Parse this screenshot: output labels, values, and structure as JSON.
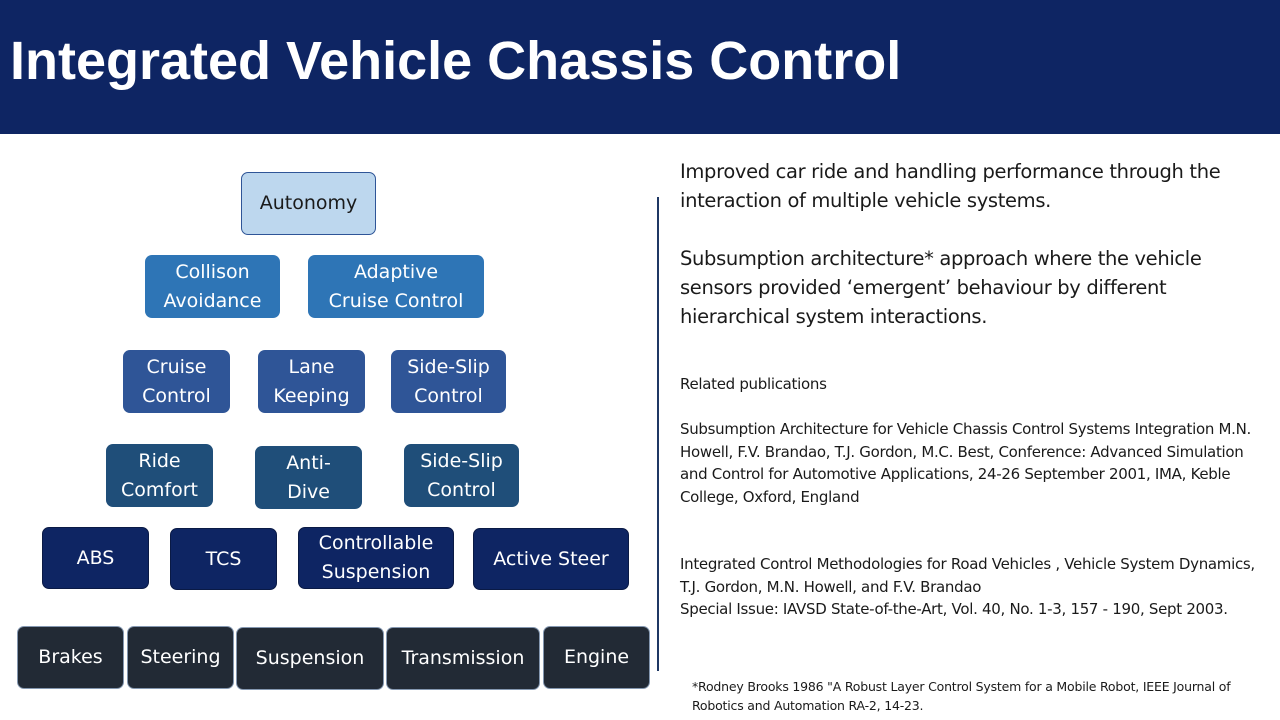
{
  "title": "Integrated Vehicle Chassis Control",
  "hierarchy": {
    "level0": [
      "Autonomy"
    ],
    "level1": [
      "Collison\nAvoidance",
      "Adaptive\nCruise Control"
    ],
    "level2": [
      "Cruise\nControl",
      "Lane\nKeeping",
      "Side-Slip\nControl"
    ],
    "level3": [
      "Ride\nComfort",
      "Anti-\nDive",
      "Side-Slip\nControl"
    ],
    "level4": [
      "ABS",
      "TCS",
      "Controllable\nSuspension",
      "Active Steer"
    ],
    "level5": [
      "Brakes",
      "Steering",
      "Suspension",
      "Transmission",
      "Engine"
    ]
  },
  "text": {
    "paragraph1": "Improved car ride and handling performance through the interaction of multiple vehicle systems.",
    "paragraph2": "Subsumption architecture* approach where the vehicle sensors provided ‘emergent’ behaviour by different hierarchical system interactions.",
    "related_heading": "Related publications",
    "publication1": "Subsumption Architecture for Vehicle Chassis Control Systems Integration M.N. Howell, F.V. Brandao, T.J. Gordon, M.C. Best,  Conference: Advanced Simulation and Control for Automotive Applications, 24-26 September 2001, IMA, Keble College, Oxford, England",
    "publication2_line1": "Integrated Control Methodologies for Road Vehicles , Vehicle System Dynamics,  T.J. Gordon, M.N. Howell, and F.V. Brandao",
    "publication2_line2": "Special Issue: IAVSD State-of-the-Art, Vol. 40, No. 1-3, 157 - 190, Sept 2003.",
    "footnote": "*Rodney Brooks 1986 \"A Robust Layer Control System for a Mobile Robot, IEEE Journal of Robotics and Automation  RA-2, 14-23."
  },
  "colors": {
    "title_bar": "#0e2563",
    "level0": "#bdd7ee",
    "level1": "#2e75b6",
    "level2": "#2f5597",
    "level3": "#1f4e79",
    "level4": "#0e2563",
    "level5": "#222a35"
  }
}
